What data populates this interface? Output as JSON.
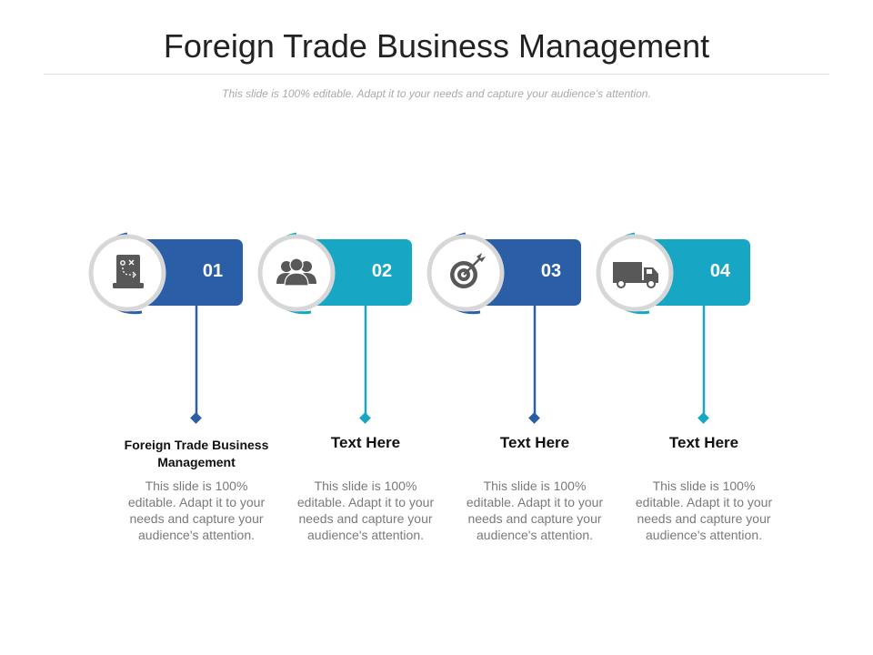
{
  "title": "Foreign Trade Business Management",
  "subtitle": "This slide is 100% editable. Adapt it to your needs and capture your audience’s attention.",
  "colors": {
    "dark_blue": "#2a5fa8",
    "teal": "#17a7c5",
    "circle_ring": "#d7d7d7",
    "icon": "#585858"
  },
  "steps": [
    {
      "number": "01",
      "icon": "strategy-board-icon",
      "heading": "Foreign Trade Business Management",
      "body": "This slide is 100% editable. Adapt it to your needs and capture your audience's attention."
    },
    {
      "number": "02",
      "icon": "people-group-icon",
      "heading": "Text Here",
      "body": "This slide is 100% editable. Adapt it to your needs and capture your audience's attention."
    },
    {
      "number": "03",
      "icon": "target-arrow-icon",
      "heading": "Text Here",
      "body": "This slide is 100% editable. Adapt it to your needs and capture your audience's attention."
    },
    {
      "number": "04",
      "icon": "delivery-truck-icon",
      "heading": "Text Here",
      "body": "This slide is 100% editable. Adapt it to your needs and capture your audience's attention."
    }
  ]
}
